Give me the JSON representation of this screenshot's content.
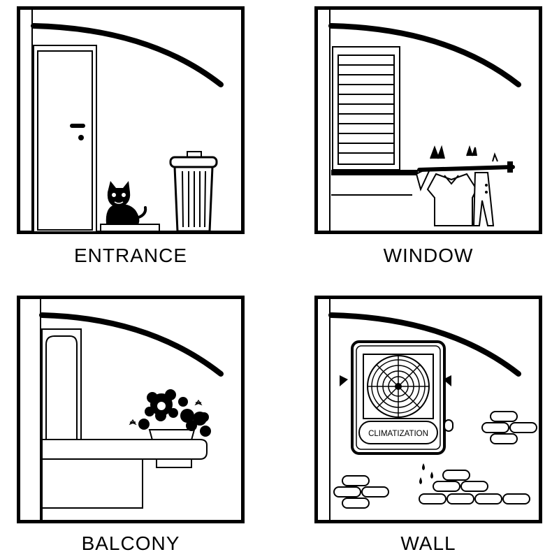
{
  "panels": [
    {
      "label": "ENTRANCE"
    },
    {
      "label": "WINDOW"
    },
    {
      "label": "BALCONY"
    },
    {
      "label": "WALL",
      "ac_text": "CLIMATIZATION"
    }
  ]
}
